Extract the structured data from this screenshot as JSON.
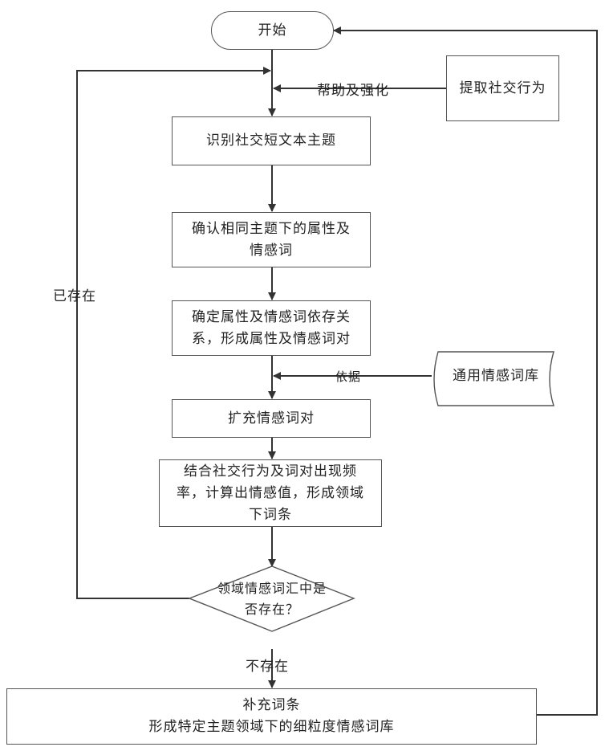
{
  "nodes": {
    "start": "开始",
    "extract_behavior": "提取社交行为",
    "identify_topic": "识别社交短文本主题",
    "confirm_attr": "确认相同主题下的属性及情感词",
    "dependency": "确定属性及情感词依存关系，形成属性及情感词对",
    "general_lexicon": "通用情感词库",
    "expand": "扩充情感词对",
    "combine": "结合社交行为及词对出现频率，计算出情感值，形成领域下词条",
    "decision": "领域情感词汇中是否存在？",
    "supplement_line1": "补充词条",
    "supplement_line2": "形成特定主题领域下的细粒度情感词库"
  },
  "labels": {
    "help_strengthen": "帮助及强化",
    "based_on": "依据",
    "exists": "已存在",
    "not_exists": "不存在"
  }
}
